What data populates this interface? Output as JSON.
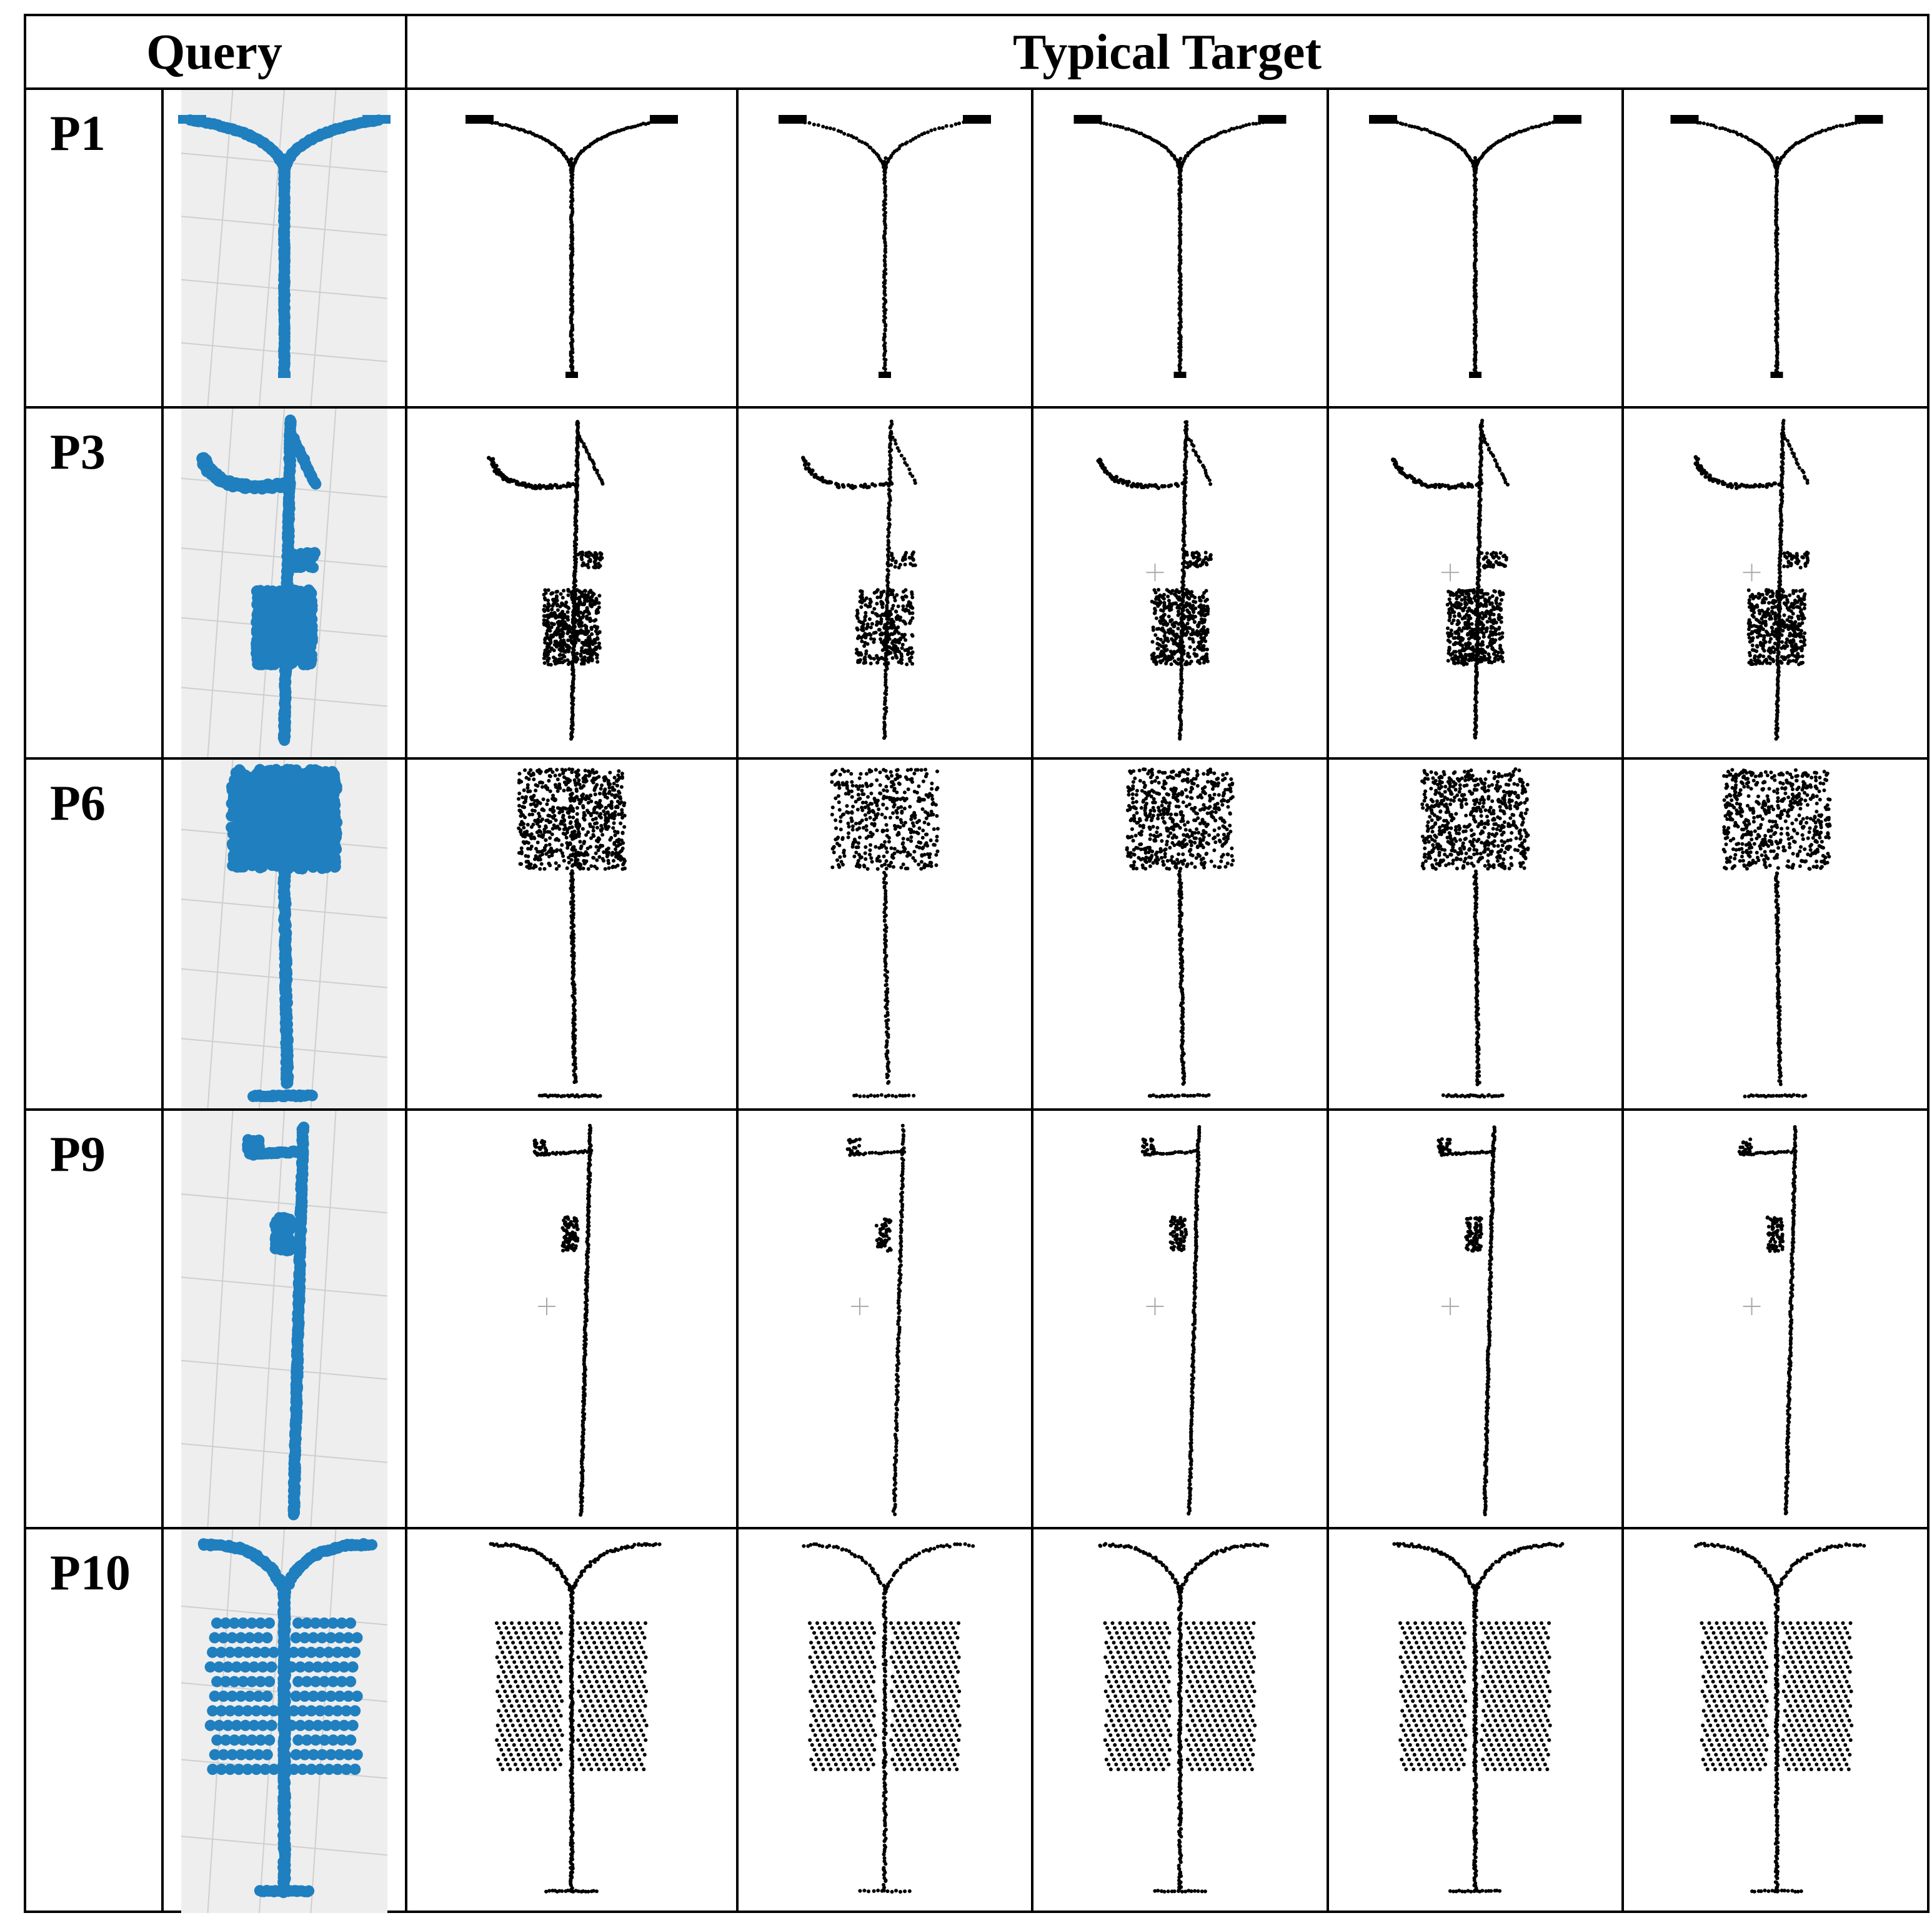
{
  "header": {
    "query": "Query",
    "target": "Typical Target"
  },
  "rows": [
    {
      "label": "P1",
      "shape": "double-arm-pole",
      "targets": 5
    },
    {
      "label": "P3",
      "shape": "curved-arm-pole-with-box",
      "targets": 5
    },
    {
      "label": "P6",
      "shape": "sign-pole",
      "targets": 5
    },
    {
      "label": "P9",
      "shape": "angled-arm-pole",
      "targets": 5
    },
    {
      "label": "P10",
      "shape": "double-arm-pole-with-panels",
      "targets": 5
    }
  ],
  "colors": {
    "query": "#1f7fbf",
    "target": "#000000",
    "grid_bg": "#eeeeee"
  }
}
